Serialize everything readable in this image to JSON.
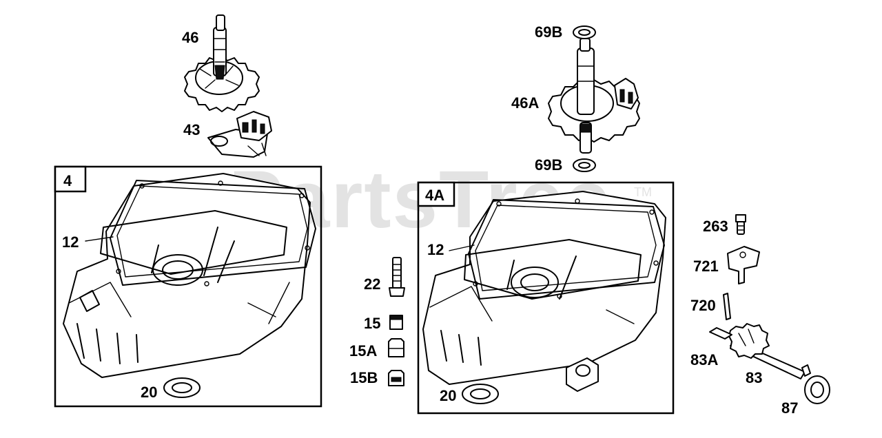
{
  "watermark": {
    "brand": "PartsTree",
    "trademark": "TM"
  },
  "assemblies": {
    "left": {
      "box_label": "4",
      "gasket_label": "12",
      "seal_label": "20"
    },
    "right": {
      "box_label": "4A",
      "gasket_label": "12",
      "seal_label": "20"
    }
  },
  "callouts": {
    "cam_gear": "46",
    "governor_46": "43",
    "cam_gear_alt": "46A",
    "washer_top": "69B",
    "washer_bottom": "69B",
    "bolt": "22",
    "plug": "15",
    "plug_a": "15A",
    "plug_b": "15B",
    "screw": "263",
    "bracket": "721",
    "pin": "720",
    "gear": "83A",
    "shaft": "83",
    "seal": "87"
  }
}
